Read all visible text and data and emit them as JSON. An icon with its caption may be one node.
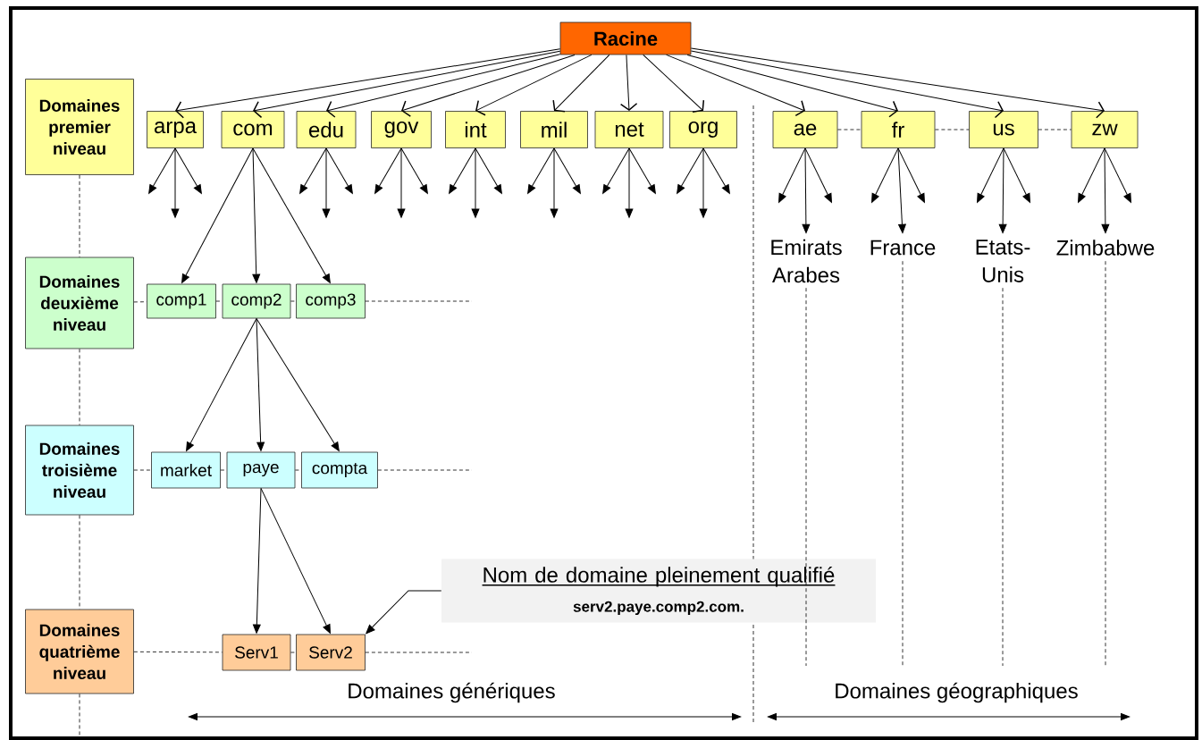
{
  "diagram": {
    "nodes": [
      {
        "text": [
          "Racine"
        ]
      },
      {
        "text": [
          "Domaines premier niveau"
        ]
      },
      {
        "text": [
          "arpa"
        ]
      },
      {
        "text": [
          "com"
        ]
      },
      {
        "text": [
          "edu"
        ]
      },
      {
        "text": [
          "gov"
        ]
      },
      {
        "text": [
          "int"
        ]
      },
      {
        "text": [
          "mil"
        ]
      },
      {
        "text": [
          "net"
        ]
      },
      {
        "text": [
          "org"
        ]
      },
      {
        "text": [
          "ae"
        ]
      },
      {
        "text": [
          "fr"
        ]
      },
      {
        "text": [
          "us"
        ]
      },
      {
        "text": [
          "zw"
        ]
      },
      {
        "text": [
          "Domaines deuxième niveau"
        ]
      },
      {
        "text": [
          "comp1"
        ]
      },
      {
        "text": [
          "comp2"
        ]
      },
      {
        "text": [
          "comp3"
        ]
      },
      {
        "text": [
          "Domaines troisième niveau"
        ]
      },
      {
        "text": [
          "market"
        ]
      },
      {
        "text": [
          "paye"
        ]
      },
      {
        "text": [
          "compta"
        ]
      },
      {
        "text": [
          "Domaines quatrième niveau"
        ]
      },
      {
        "text": [
          "Serv1"
        ]
      },
      {
        "text": [
          "Serv2"
        ]
      },
      {
        "text": [
          "Nom de domaine pleinement qualifié",
          "serv2.paye.comp2.com."
        ]
      },
      {
        "text": [
          "Emirats Arabes"
        ]
      },
      {
        "text": [
          "France"
        ]
      },
      {
        "text": [
          "Etats-Unis"
        ]
      },
      {
        "text": [
          "Zimbabwe"
        ]
      }
    ],
    "edges": [
      {
        "from": 0,
        "to": 2,
        "arrow": "to"
      },
      {
        "from": 0,
        "to": 3,
        "arrow": "to"
      },
      {
        "from": 0,
        "to": 4,
        "arrow": "to"
      },
      {
        "from": 0,
        "to": 5,
        "arrow": "to"
      },
      {
        "from": 0,
        "to": 6,
        "arrow": "to"
      },
      {
        "from": 0,
        "to": 7,
        "arrow": "to"
      },
      {
        "from": 0,
        "to": 8,
        "arrow": "to"
      },
      {
        "from": 0,
        "to": 9,
        "arrow": "to"
      },
      {
        "from": 0,
        "to": 10,
        "arrow": "to"
      },
      {
        "from": 0,
        "to": 11,
        "arrow": "to"
      },
      {
        "from": 0,
        "to": 12,
        "arrow": "to"
      },
      {
        "from": 0,
        "to": 13,
        "arrow": "to"
      },
      {
        "from": 2,
        "to": null,
        "arrow": "to"
      },
      {
        "from": 2,
        "to": null,
        "arrow": "to"
      },
      {
        "from": 2,
        "to": null,
        "arrow": "to"
      },
      {
        "from": 3,
        "to": 15,
        "arrow": "to"
      },
      {
        "from": 3,
        "to": 16,
        "arrow": "to"
      },
      {
        "from": 3,
        "to": 17,
        "arrow": "to"
      },
      {
        "from": 4,
        "to": null,
        "arrow": "to"
      },
      {
        "from": 4,
        "to": null,
        "arrow": "to"
      },
      {
        "from": 4,
        "to": null,
        "arrow": "to"
      },
      {
        "from": 5,
        "to": null,
        "arrow": "to"
      },
      {
        "from": 5,
        "to": null,
        "arrow": "to"
      },
      {
        "from": 5,
        "to": null,
        "arrow": "to"
      },
      {
        "from": 6,
        "to": null,
        "arrow": "to"
      },
      {
        "from": 6,
        "to": null,
        "arrow": "to"
      },
      {
        "from": 6,
        "to": null,
        "arrow": "to"
      },
      {
        "from": 7,
        "to": null,
        "arrow": "to"
      },
      {
        "from": 7,
        "to": null,
        "arrow": "to"
      },
      {
        "from": 7,
        "to": null,
        "arrow": "to"
      },
      {
        "from": 8,
        "to": null,
        "arrow": "to"
      },
      {
        "from": 8,
        "to": null,
        "arrow": "to"
      },
      {
        "from": 8,
        "to": null,
        "arrow": "to"
      },
      {
        "from": 9,
        "to": null,
        "arrow": "to"
      },
      {
        "from": 9,
        "to": null,
        "arrow": "to"
      },
      {
        "from": 9,
        "to": null,
        "arrow": "to"
      },
      {
        "from": 10,
        "to": null,
        "arrow": "to"
      },
      {
        "from": 10,
        "to": 26,
        "arrow": "to"
      },
      {
        "from": 10,
        "to": null,
        "arrow": "to"
      },
      {
        "from": 11,
        "to": null,
        "arrow": "to"
      },
      {
        "from": 11,
        "to": 27,
        "arrow": "to"
      },
      {
        "from": 11,
        "to": null,
        "arrow": "to"
      },
      {
        "from": 12,
        "to": null,
        "arrow": "to"
      },
      {
        "from": 12,
        "to": 28,
        "arrow": "to"
      },
      {
        "from": 12,
        "to": null,
        "arrow": "to"
      },
      {
        "from": 13,
        "to": null,
        "arrow": "to"
      },
      {
        "from": 13,
        "to": 29,
        "arrow": "to"
      },
      {
        "from": 13,
        "to": null,
        "arrow": "to"
      },
      {
        "from": 16,
        "to": 19,
        "arrow": "to"
      },
      {
        "from": 16,
        "to": 20,
        "arrow": "to"
      },
      {
        "from": 16,
        "to": 21,
        "arrow": "to"
      },
      {
        "from": 20,
        "to": 23,
        "arrow": "to"
      },
      {
        "from": 20,
        "to": 24,
        "arrow": "to"
      },
      {
        "from": 25,
        "to": 24,
        "arrow": "to"
      },
      {
        "from": 1,
        "to": 14,
        "arrow": "none",
        "style": "dashed"
      },
      {
        "from": 14,
        "to": 18,
        "arrow": "none",
        "style": "dashed"
      },
      {
        "from": 18,
        "to": 22,
        "arrow": "none",
        "style": "dashed"
      },
      {
        "from": 22,
        "to": null,
        "arrow": "none",
        "style": "dashed"
      },
      {
        "from": 14,
        "to": 15,
        "arrow": "none",
        "style": "dashed"
      },
      {
        "from": 15,
        "to": 16,
        "arrow": "none",
        "style": "dashed"
      },
      {
        "from": 16,
        "to": 17,
        "arrow": "none",
        "style": "dashed"
      },
      {
        "from": 17,
        "to": null,
        "arrow": "none",
        "style": "dashed"
      },
      {
        "from": 18,
        "to": 19,
        "arrow": "none",
        "style": "dashed"
      },
      {
        "from": 19,
        "to": 20,
        "arrow": "none",
        "style": "dashed"
      },
      {
        "from": 20,
        "to": 21,
        "arrow": "none",
        "style": "dashed"
      },
      {
        "from": 21,
        "to": null,
        "arrow": "none",
        "style": "dashed"
      },
      {
        "from": 22,
        "to": 23,
        "arrow": "none",
        "style": "dashed"
      },
      {
        "from": 23,
        "to": 24,
        "arrow": "none",
        "style": "dashed"
      },
      {
        "from": 24,
        "to": null,
        "arrow": "none",
        "style": "dashed"
      },
      {
        "from": 10,
        "to": 11,
        "arrow": "none",
        "style": "dashed"
      },
      {
        "from": 11,
        "to": 12,
        "arrow": "none",
        "style": "dashed"
      },
      {
        "from": 12,
        "to": 13,
        "arrow": "none",
        "style": "dashed"
      },
      {
        "from": 26,
        "to": null,
        "arrow": "none",
        "style": "dashed"
      },
      {
        "from": 27,
        "to": null,
        "arrow": "none",
        "style": "dashed"
      },
      {
        "from": 28,
        "to": null,
        "arrow": "none",
        "style": "dashed"
      },
      {
        "from": 29,
        "to": null,
        "arrow": "none",
        "style": "dashed"
      }
    ],
    "labels": [
      "Domaines génériques",
      "Domaines géographiques"
    ]
  }
}
